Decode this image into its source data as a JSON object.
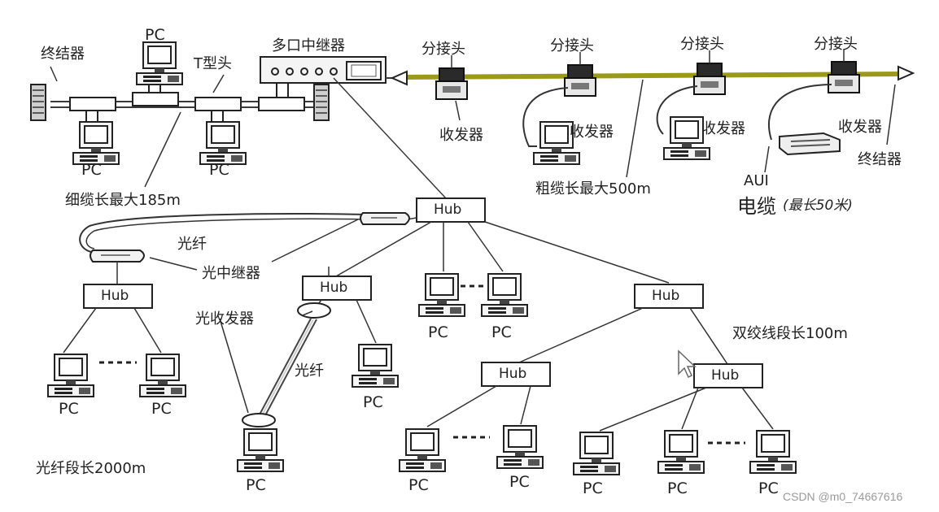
{
  "labels": {
    "terminator": "终结器",
    "pc": "PC",
    "t_connector": "T型头",
    "multiport_repeater": "多口中继器",
    "tap": "分接头",
    "transceiver": "收发器",
    "thin_cable": "细缆长最大185m",
    "thick_cable": "粗缆长最大500m",
    "aui": "AUI",
    "aui_cable": "电缆",
    "aui_note": "(最长50米)",
    "hub": "Hub",
    "fiber": "光纤",
    "optical_repeater": "光中继器",
    "optical_transceiver": "光收发器",
    "twisted_pair": "双绞线段长100m",
    "fiber_segment": "光纤段长2000m",
    "ellipsis": "- - - -"
  },
  "watermark": "CSDN @m0_74667616",
  "colors": {
    "line": "#3a3a3a",
    "thick_cable": "#9a9a18",
    "device_dark": "#2a2a2a",
    "device_light": "#f4f4f4"
  }
}
